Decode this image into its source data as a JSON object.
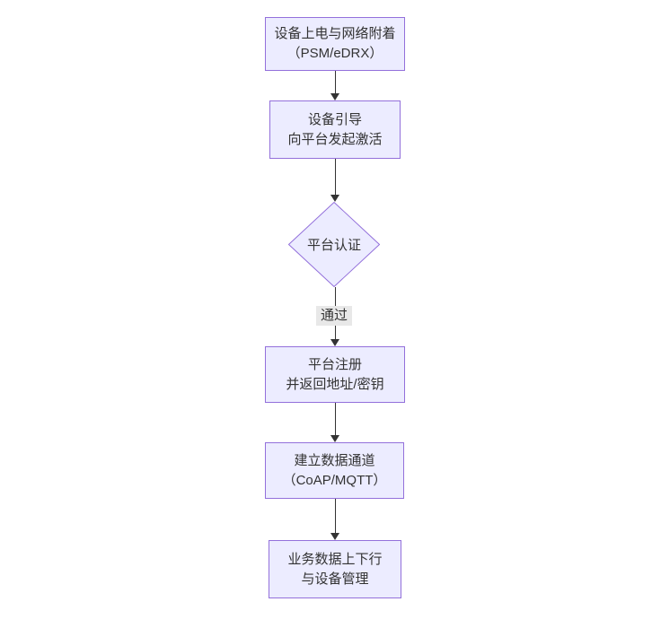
{
  "flowchart": {
    "title": "",
    "colors": {
      "node_fill": "#ECECFF",
      "node_border": "#9370DB",
      "text": "#333333",
      "arrow": "#333333",
      "edge_label_bg": "#e8e8e8",
      "background": "#ffffff"
    },
    "nodes": [
      {
        "name": "power-attach",
        "shape": "rect",
        "lines": [
          "设备上电与网络附着",
          "（PSM/eDRX）"
        ]
      },
      {
        "name": "bootstrap",
        "shape": "rect",
        "lines": [
          "设备引导",
          "向平台发起激活"
        ]
      },
      {
        "name": "platform-auth",
        "shape": "diamond",
        "lines": [
          "平台认证"
        ]
      },
      {
        "name": "register",
        "shape": "rect",
        "lines": [
          "平台注册",
          "并返回地址/密钥"
        ]
      },
      {
        "name": "data-channel",
        "shape": "rect",
        "lines": [
          "建立数据通道",
          "（CoAP/MQTT）"
        ]
      },
      {
        "name": "business-data",
        "shape": "rect",
        "lines": [
          "业务数据上下行",
          "与设备管理"
        ]
      }
    ],
    "edges": [
      {
        "from": "power-attach",
        "to": "bootstrap",
        "label": ""
      },
      {
        "from": "bootstrap",
        "to": "platform-auth",
        "label": ""
      },
      {
        "from": "platform-auth",
        "to": "register",
        "label": "通过"
      },
      {
        "from": "register",
        "to": "data-channel",
        "label": ""
      },
      {
        "from": "data-channel",
        "to": "business-data",
        "label": ""
      }
    ]
  }
}
